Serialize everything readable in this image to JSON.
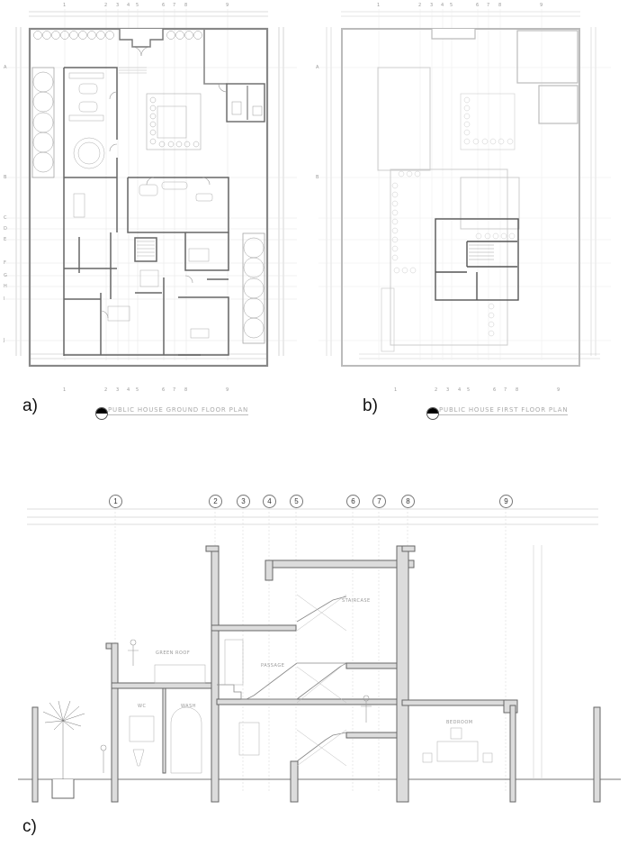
{
  "figure": {
    "panels": [
      {
        "id": "a",
        "label": "a)",
        "title": "PUBLIC HOUSE GROUND FLOOR PLAN"
      },
      {
        "id": "b",
        "label": "b)",
        "title": "PUBLIC HOUSE FIRST FLOOR PLAN"
      },
      {
        "id": "c",
        "label": "c)",
        "title": ""
      }
    ]
  },
  "grid_axes": {
    "columns": [
      "1",
      "2",
      "3",
      "4",
      "5",
      "6",
      "7",
      "8",
      "9"
    ],
    "rows": [
      "A",
      "B",
      "C",
      "D",
      "E",
      "F",
      "G",
      "H",
      "I",
      "J"
    ]
  },
  "section": {
    "rooms": [
      {
        "name": "green_roof",
        "label": "GREEN ROOF"
      },
      {
        "name": "passage",
        "label": "PASSAGE"
      },
      {
        "name": "staircase",
        "label": "STAIRCASE"
      },
      {
        "name": "wc",
        "label": "WC"
      },
      {
        "name": "wash",
        "label": "WASH"
      },
      {
        "name": "bedroom",
        "label": "BEDROOM"
      }
    ]
  },
  "colors": {
    "line": "#555555",
    "light_line": "#bbbbbb",
    "wall_fill": "#d8d8d8",
    "text": "#999999"
  }
}
